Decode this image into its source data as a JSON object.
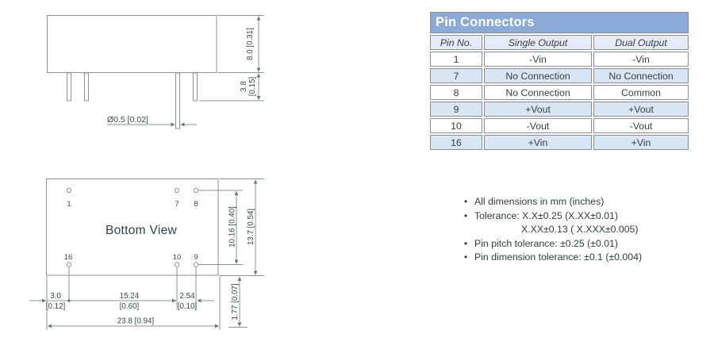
{
  "palette": {
    "table_title_bg": "#8CAAD6",
    "table_row_alt_bg": "#D9E5F3",
    "table_header_bg": "#E4EBF5",
    "table_border": "#898E93",
    "drawing_line": "#8E9296",
    "text": "#3A3F45",
    "background": "#FFFFFF"
  },
  "drawings": {
    "side_view": {
      "dim_body_height": "8.0 [0.31]",
      "dim_pin_length_mm": "3.8",
      "dim_pin_length_in": "[0.15]",
      "dim_pin_diameter": "Ø0.5 [0.02]"
    },
    "bottom_view": {
      "label": "Bottom View",
      "pins": [
        "1",
        "7",
        "8",
        "16",
        "10",
        "9"
      ],
      "dim_pin_row_spacing": "10.16 [0.40]",
      "dim_body_depth": "13.7 [0.54]",
      "dim_edge_to_pin_mm": "3.0",
      "dim_edge_to_pin_in": "[0.12]",
      "dim_pin_pitch_mm": "15.24",
      "dim_pin_pitch_in": "[0.60]",
      "dim_pin_pitch2_mm": "2.54",
      "dim_pin_pitch2_in": "[0.10]",
      "dim_body_width": "23.8 [0.94]",
      "dim_pin_to_edge": "1.77 [0.07]"
    }
  },
  "pin_table": {
    "title": "Pin Connectors",
    "columns": [
      "Pin No.",
      "Single Output",
      "Dual Output"
    ],
    "rows": [
      {
        "pin": "1",
        "single": "-Vin",
        "dual": "-Vin"
      },
      {
        "pin": "7",
        "single": "No Connection",
        "dual": "No Connection"
      },
      {
        "pin": "8",
        "single": "No Connection",
        "dual": "Common"
      },
      {
        "pin": "9",
        "single": "+Vout",
        "dual": "+Vout"
      },
      {
        "pin": "10",
        "single": "-Vout",
        "dual": "-Vout"
      },
      {
        "pin": "16",
        "single": "+Vin",
        "dual": "+Vin"
      }
    ]
  },
  "notes": {
    "items": [
      "All dimensions in mm (inches)",
      "Tolerance: X.X±0.25 (X.XX±0.01)",
      "Pin pitch tolerance: ±0.25 (±0.01)",
      "Pin dimension tolerance: ±0.1 (±0.004)"
    ],
    "tolerance_line2": "X.XX±0.13 ( X.XXX±0.005)"
  }
}
